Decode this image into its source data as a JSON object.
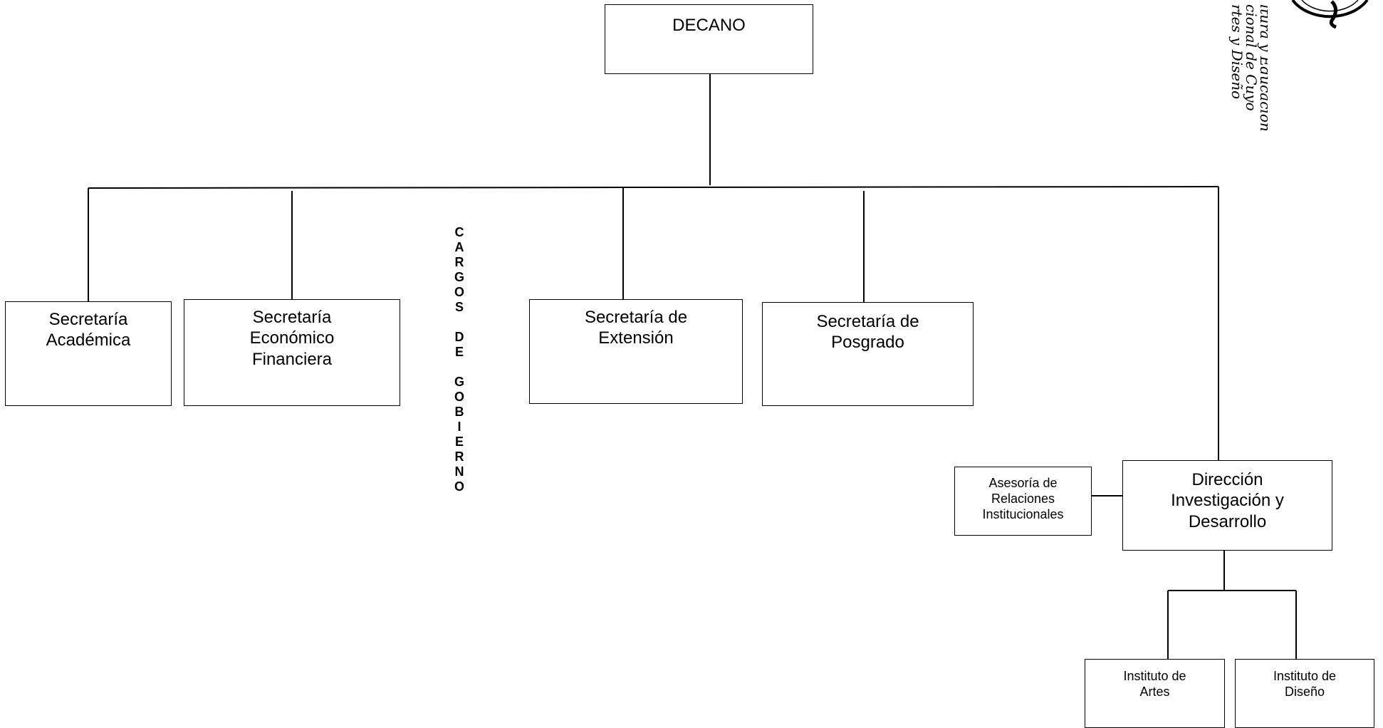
{
  "org_chart": {
    "root": "DECANO",
    "secretarias": [
      "Secretaría\nAcadémica",
      "Secretaría\nEconómico\nFinanciera",
      "Secretaría de\nExtensión",
      "Secretaría de\nPosgrado"
    ],
    "vertical_label": "C\nA\nR\nG\nO\nS\n \nD\nE\n \nG\nO\nB\nI\nE\nR\nN\nO",
    "direccion": "Dirección\nInvestigación y\nDesarrollo",
    "asesoria": "Asesoría de\nRelaciones\nInstitucionales",
    "institutos": [
      "Instituto de\nArtes",
      "Instituto de\nDiseño"
    ]
  },
  "seal": {
    "script_lines": [
      "ltura y Educación",
      "cional de Cuyo",
      "rtes y Diseño"
    ]
  }
}
